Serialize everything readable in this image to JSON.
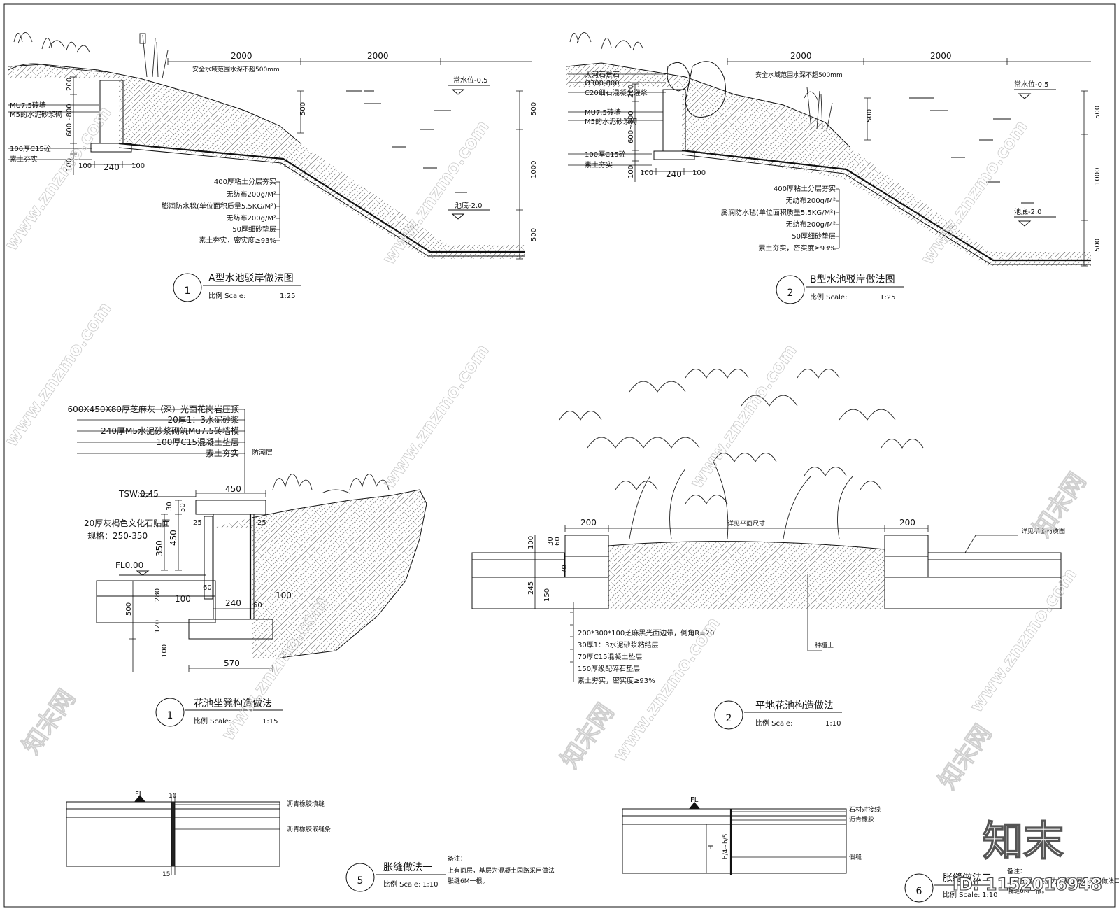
{
  "sheet": {
    "watermark_text": "www.znzmo.com",
    "watermark_brand": "知末网",
    "logo_text": "知末",
    "id_text": "ID: 1152016948"
  },
  "detail_a": {
    "num": "1",
    "title": "A型水池驳岸做法图",
    "scale_label": "比例 Scale:",
    "scale_value": "1:25",
    "dims": {
      "w1": "2000",
      "w2": "2000",
      "h200": "200",
      "h600_800": "600~800",
      "h100": "100",
      "w100a": "100",
      "w240": "240",
      "w100b": "100",
      "h500a": "500",
      "h500b": "500",
      "h1000": "1000",
      "h500c": "500"
    },
    "safe_note": "安全水域范围水深不超500mm",
    "water_level": "常水位-0.5",
    "pool_bottom": "池底-2.0",
    "left_labels": [
      "MU7.5砖墙",
      "M5的水泥砂浆砌",
      "100厚C15砼",
      "素土夯实"
    ],
    "layers": [
      "400厚粘土分层夯实",
      "无纺布200g/M²",
      "膨润防水毯(单位面积质量5.5KG/M²)",
      "无纺布200g/M²",
      "50厚细砂垫层",
      "素土夯实，密实度≥93%"
    ]
  },
  "detail_b": {
    "num": "2",
    "title": "B型水池驳岸做法图",
    "scale_label": "比例 Scale:",
    "scale_value": "1:25",
    "dims": {
      "w1": "2000",
      "w2": "2000",
      "h200": "200",
      "h600_800": "600~800",
      "h100": "100",
      "w100a": "100",
      "w240": "240",
      "w100b": "100",
      "h500a": "500",
      "h500b": "500",
      "h1000": "1000",
      "h500c": "500"
    },
    "safe_note": "安全水域范围水深不超500mm",
    "water_level": "常水位-0.5",
    "pool_bottom": "池底-2.0",
    "left_labels": [
      "大河石景石",
      "Ø300-800",
      "C20细石混凝土灌浆",
      "MU7.5砖墙",
      "M5的水泥砂浆砌",
      "100厚C15砼",
      "素土夯实"
    ],
    "layers": [
      "400厚粘土分层夯实",
      "无纺布200g/M²",
      "膨润防水毯(单位面积质量5.5KG/M²)",
      "无纺布200g/M²",
      "50厚细砂垫层",
      "素土夯实，密实度≥93%"
    ]
  },
  "detail_c": {
    "num": "1",
    "title": "花池坐凳构造做法",
    "scale_label": "比例 Scale:",
    "scale_value": "1:15",
    "top_labels": [
      "600X450X80厚芝麻灰（深）光面花岗岩压顶",
      "20厚1：3水泥砂浆",
      "240厚M5水泥砂浆砌筑Mu7.5砖墙模",
      "100厚C15混凝土垫层",
      "素土夯实"
    ],
    "waterproof": "防潮层",
    "tsw": "TSW:0.45",
    "fl": "FL0.00",
    "stone_face": "20厚灰褐色文化石贴面",
    "spec": "规格：250-350",
    "dims": {
      "d450": "450",
      "d30": "30",
      "d50": "50",
      "d25a": "25",
      "d25b": "25",
      "d450v": "450",
      "d350": "350",
      "d60a": "60",
      "d100a": "100",
      "d280": "280",
      "d500": "500",
      "d120": "120",
      "d100b": "100",
      "d240": "240",
      "d60b": "60",
      "d100c": "100",
      "d570": "570"
    }
  },
  "detail_d": {
    "num": "2",
    "title": "平地花池构造做法",
    "scale_label": "比例 Scale:",
    "scale_value": "1:10",
    "dims": {
      "w200a": "200",
      "w200b": "200",
      "d100": "100",
      "d30": "30",
      "d60": "60",
      "d70": "70",
      "d150": "150",
      "d245": "245"
    },
    "plan_note": "详见平面尺寸",
    "material_note": "详见平面材质图",
    "soil": "种植土",
    "layers": [
      "200*300*100芝麻黑光面边带，倒角R=20",
      "30厚1：3水泥砂浆粘结层",
      "70厚C15混凝土垫层",
      "150厚级配碎石垫层",
      "素土夯实，密实度≥93%"
    ]
  },
  "detail_e": {
    "num": "5",
    "title": "胀缝做法一",
    "scale_label": "比例 Scale:",
    "scale_value": "1:10",
    "fl": "FL",
    "d10": "10",
    "d15": "15",
    "labels": [
      "沥青橡胶填缝",
      "沥青橡胶嵌缝条"
    ],
    "note_title": "备注：",
    "note_lines": [
      "上有面层，基层为混凝土园路采用做法一",
      "胀缝6M一根。"
    ]
  },
  "detail_f": {
    "num": "6",
    "title": "胀缝做法二",
    "scale_label": "比例 Scale:",
    "scale_value": "1:10",
    "fl": "FL",
    "h": "H",
    "h4": "h/4~h/5",
    "labels": [
      "石材对接线",
      "沥青橡胶",
      "假缝"
    ],
    "note_title": "备注：",
    "note_lines": [
      "上有面层，基层为混凝土园路采用做法二",
      "假缝6M一根。"
    ]
  }
}
